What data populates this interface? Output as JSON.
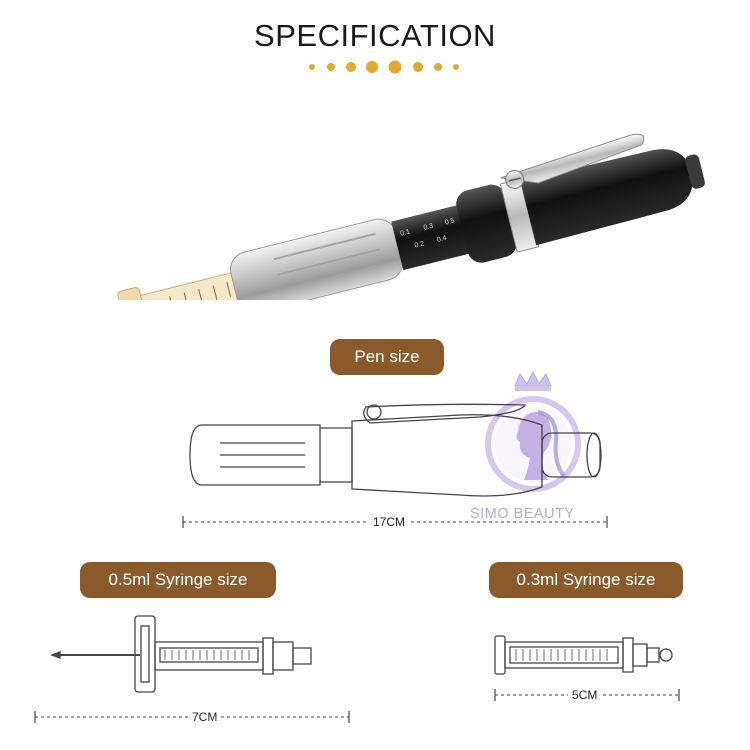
{
  "header": {
    "title": "SPECIFICATION"
  },
  "pen": {
    "label": "Pen size",
    "length": "17CM"
  },
  "syringe_05": {
    "label": "0.5ml Syringe size",
    "length": "7CM"
  },
  "syringe_03": {
    "label": "0.3ml Syringe size",
    "length": "5CM"
  },
  "watermark": {
    "brand": "SIMO BEAUTY"
  },
  "colors": {
    "accent": "#8a5a2b",
    "dots": "#e3a92b",
    "watermark": "#b9a6d9"
  },
  "product_photo": {
    "scale_marks": [
      "0.1",
      "0.2",
      "0.3",
      "0.4",
      "0.5"
    ]
  }
}
